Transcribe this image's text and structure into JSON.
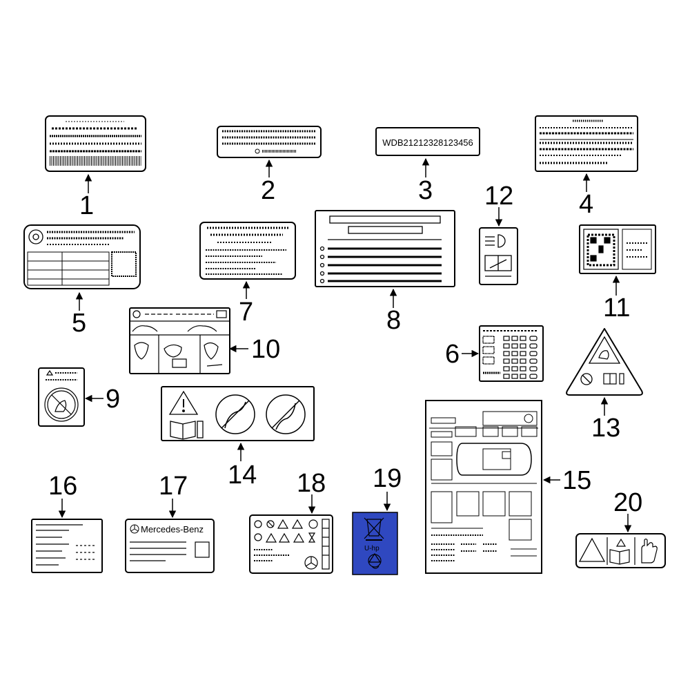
{
  "diagram": {
    "callouts": {
      "c1": "1",
      "c2": "2",
      "c3": "3",
      "c4": "4",
      "c5": "5",
      "c6": "6",
      "c7": "7",
      "c8": "8",
      "c9": "9",
      "c10": "10",
      "c11": "11",
      "c12": "12",
      "c13": "13",
      "c14": "14",
      "c15": "15",
      "c16": "16",
      "c17": "17",
      "c18": "18",
      "c19": "19",
      "c20": "20"
    },
    "label_texts": {
      "vin": "WDB21212328123456",
      "brand": "Mercedes-Benz",
      "recycle_code": "U-hp"
    },
    "colors": {
      "stroke": "#000000",
      "recycle_label_fill": "#2f48c0"
    }
  }
}
